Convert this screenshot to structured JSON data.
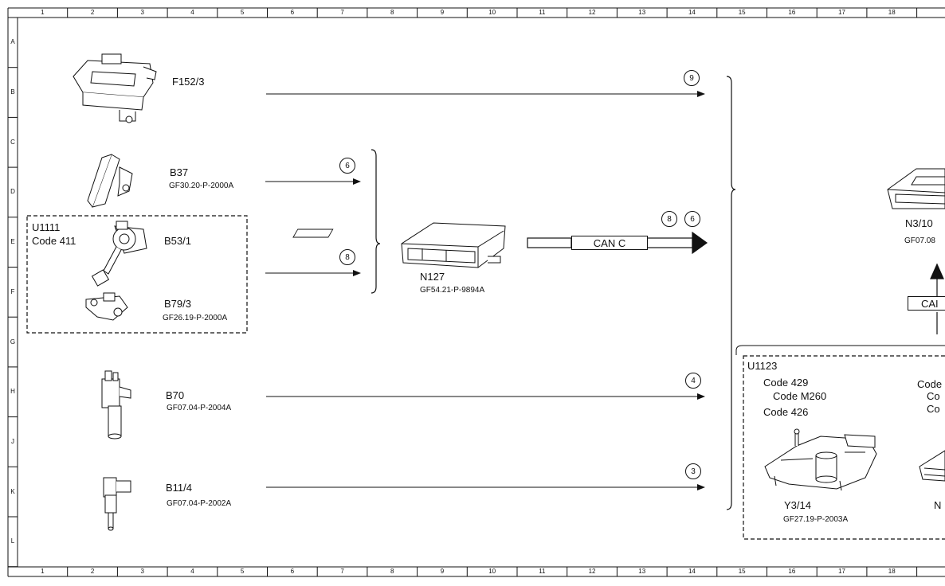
{
  "grid": {
    "columns": [
      "1",
      "2",
      "3",
      "4",
      "5",
      "6",
      "7",
      "8",
      "9",
      "10",
      "11",
      "12",
      "13",
      "14",
      "15",
      "16",
      "17",
      "18"
    ],
    "rows": [
      "A",
      "B",
      "C",
      "D",
      "E",
      "F",
      "G",
      "H",
      "J",
      "K",
      "L"
    ]
  },
  "components": {
    "f152": {
      "code": "F152/3"
    },
    "b37": {
      "code": "B37",
      "ref": "GF30.20-P-2000A"
    },
    "u1111": {
      "code": "U1111",
      "option": "Code 411"
    },
    "b53": {
      "code": "B53/1"
    },
    "b79": {
      "code": "B79/3",
      "ref": "GF26.19-P-2000A"
    },
    "b70": {
      "code": "B70",
      "ref": "GF07.04-P-2004A"
    },
    "b11": {
      "code": "B11/4",
      "ref": "GF07.04-P-2002A"
    },
    "n127": {
      "code": "N127",
      "ref": "GF54.21-P-9894A"
    },
    "n3": {
      "code": "N3/10",
      "ref": "GF07.08"
    },
    "u1123": {
      "code": "U1123",
      "codes": [
        "Code 429",
        "Code M260",
        "Code 426"
      ],
      "right_codes": [
        "Code",
        "Co",
        "Co"
      ]
    },
    "y3": {
      "code": "Y3/14",
      "ref": "GF27.19-P-2003A"
    },
    "n_partial": {
      "code": "N"
    }
  },
  "signals": {
    "s9": "9",
    "s6a": "6",
    "s8a": "8",
    "s8b": "8",
    "s6b": "6",
    "s4": "4",
    "s3": "3"
  },
  "bus": {
    "main": "CAN C",
    "vertical": "CAI"
  }
}
